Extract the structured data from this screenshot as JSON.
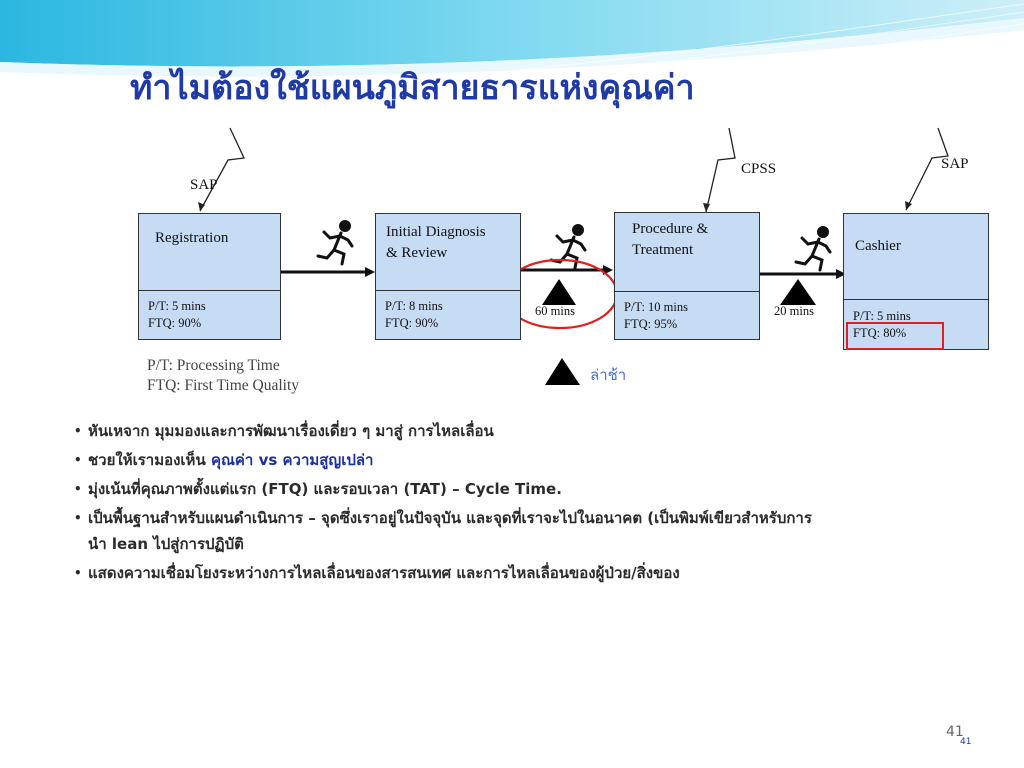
{
  "title": "ทำไมต้องใช้แผนภูมิสายธารแห่งคุณค่า",
  "systems": {
    "sap_left": "SAP",
    "cpss": "CPSS",
    "sap_right": "SAP"
  },
  "process_boxes": [
    {
      "name": "Registration",
      "pt": "P/T: 5 mins",
      "ftq": "FTQ: 90%"
    },
    {
      "name": "Initial Diagnosis & Review",
      "pt": "P/T: 8  mins",
      "ftq": "FTQ: 90%"
    },
    {
      "name": "Procedure & Treatment",
      "pt": "P/T: 10 mins",
      "ftq": "FTQ: 95%"
    },
    {
      "name": "Cashier",
      "pt": "P/T: 5 mins",
      "ftq": "FTQ: 80%"
    }
  ],
  "waits": {
    "first": "60 mins",
    "second": "20 mins"
  },
  "legend": {
    "pt": "P/T: Processing Time",
    "ftq": "FTQ:  First Time Quality",
    "delay": "ล่าช้า"
  },
  "bullets": {
    "b1": "หันเหจาก   มุมมองและการพัฒนาเรื่องเดี่ยว ๆ   มาสู่   การไหลเลื่อน",
    "b2_prefix": "ชวยให้เรามองเห็น ",
    "b2_highlight": "คุณค่า vs ความสูญเปล่า",
    "b3": "มุ่งเน้นที่คุณภาพตั้งแต่แรก (FTQ) และรอบเวลา (TAT) – Cycle Time.",
    "b4_line1": "เป็นพื้นฐานสำหรับแผนดำเนินการ – จุดซึ่งเราอยู่ในปัจจุบัน และจุดที่เราจะไปในอนาคต (เป็นพิมพ์เขียวสำหรับการ",
    "b4_line2": "นำ lean ไปสู่การปฏิบัติ",
    "b5": "แสดงความเชื่อมโยงระหว่างการไหลเลื่อนของสารสนเทศ และการไหลเลื่อนของผู้ป่วย/สิ่งของ"
  },
  "page_number": "41",
  "page_number_small": "41",
  "colors": {
    "title": "#1f3aa6",
    "box_fill": "#c6dcf4",
    "highlight_red": "#e02020",
    "delay_text": "#4a6ed0"
  }
}
